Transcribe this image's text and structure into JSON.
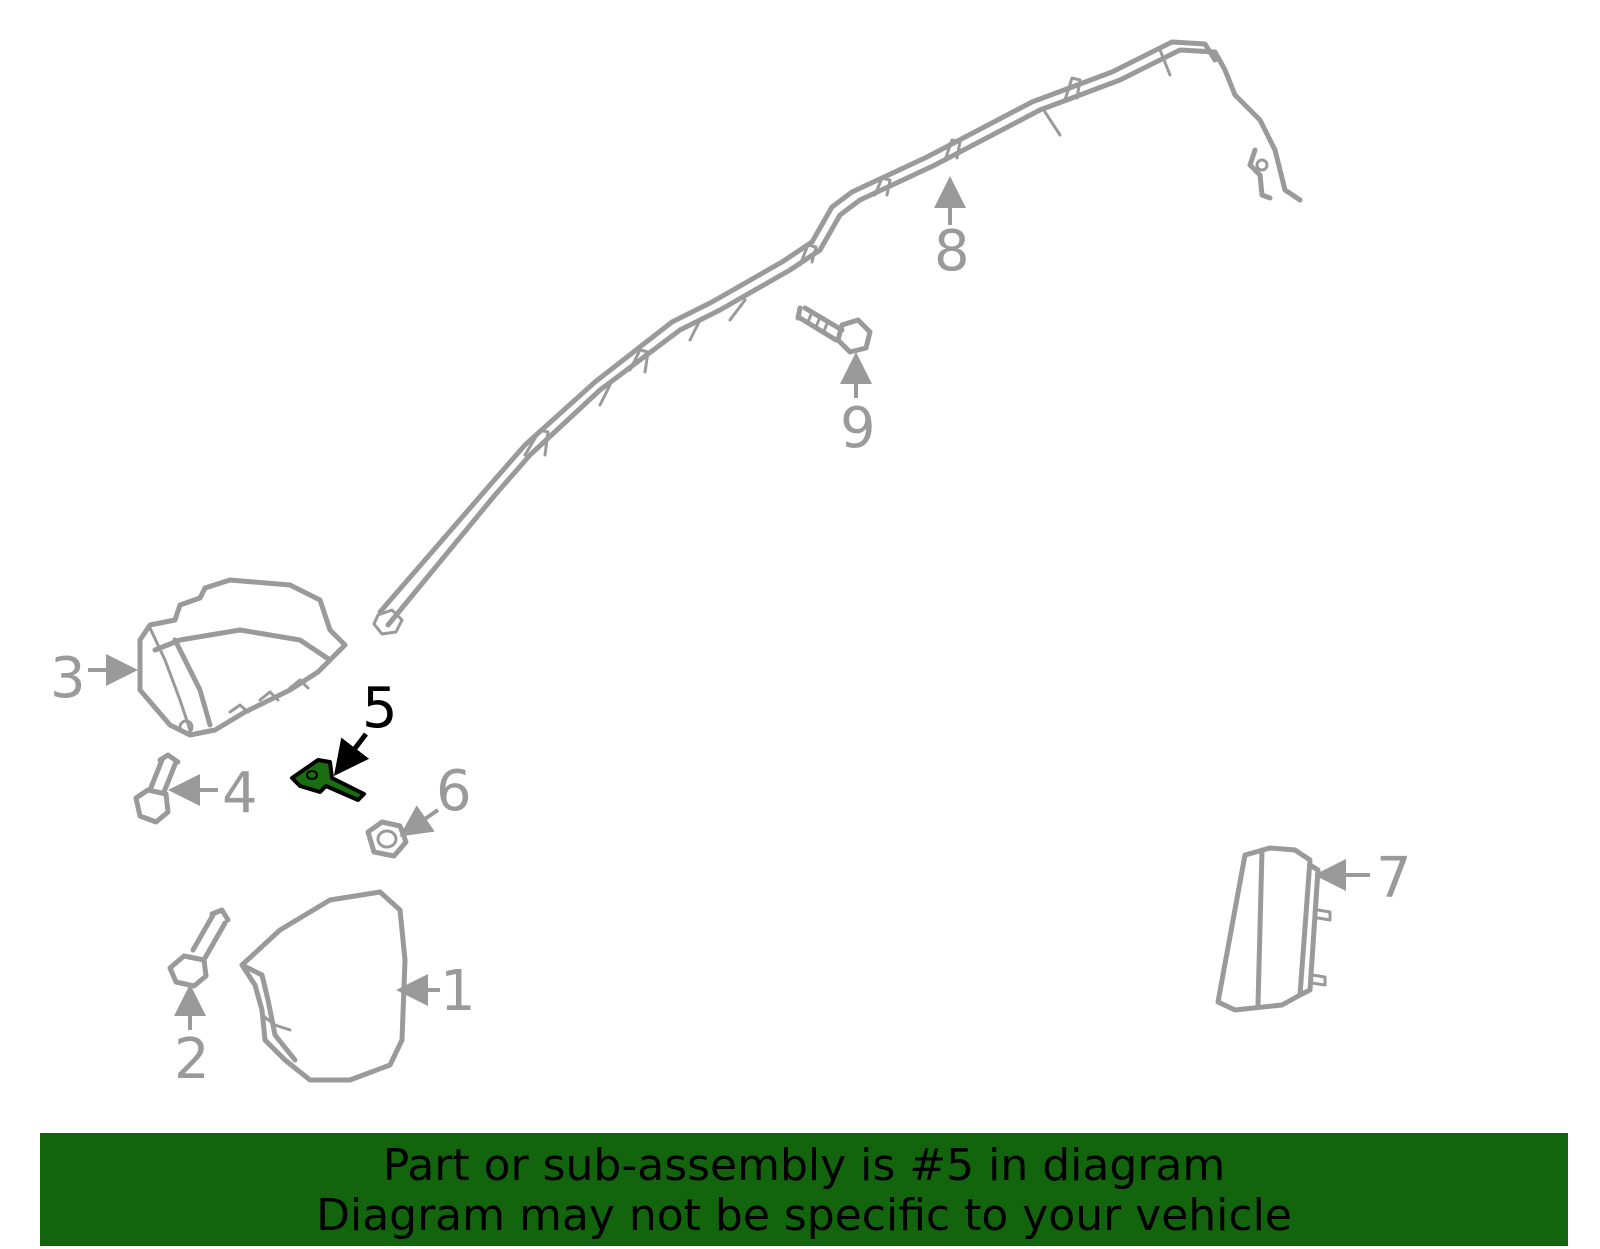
{
  "diagram": {
    "callouts": [
      {
        "id": "1",
        "label": "1"
      },
      {
        "id": "2",
        "label": "2"
      },
      {
        "id": "3",
        "label": "3"
      },
      {
        "id": "4",
        "label": "4"
      },
      {
        "id": "5",
        "label": "5",
        "highlighted": true
      },
      {
        "id": "6",
        "label": "6"
      },
      {
        "id": "7",
        "label": "7"
      },
      {
        "id": "8",
        "label": "8"
      },
      {
        "id": "9",
        "label": "9"
      }
    ],
    "colors": {
      "part_outline": "#9a9a9a",
      "highlight_fill": "#1a6e12",
      "banner_background": "#12640d"
    }
  },
  "banner": {
    "line1": "Part or sub-assembly is #5 in diagram",
    "line2": "Diagram may not be specific to your vehicle"
  }
}
